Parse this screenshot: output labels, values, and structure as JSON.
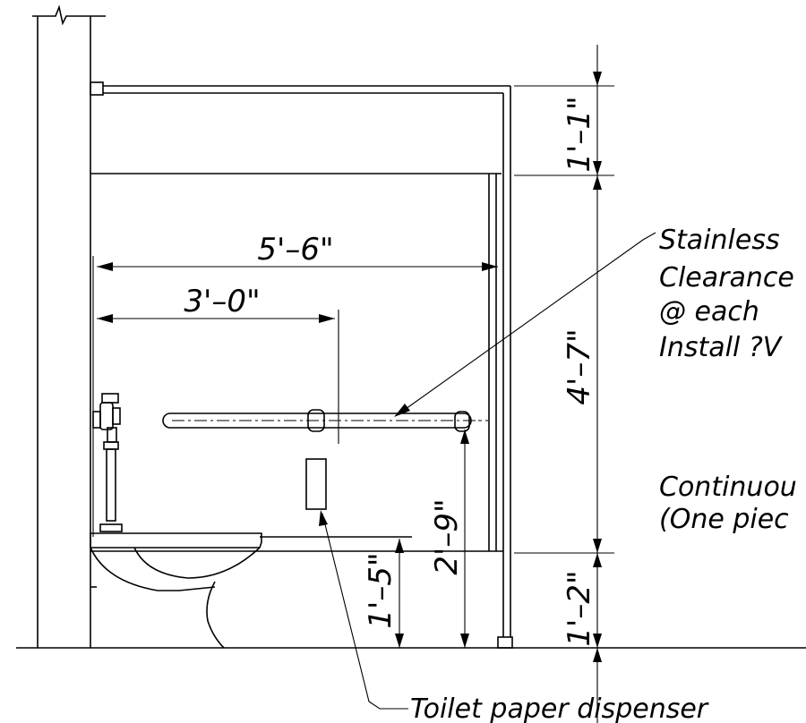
{
  "dimensions": {
    "overall_width": "5'–6\"",
    "bar_offset": "3'–0\"",
    "top_gap": "1'–1\"",
    "panel_height": "4'–7\"",
    "bottom_gap": "1'–2\"",
    "bar_height": "2'–9\"",
    "seat_height": "1'–5\""
  },
  "notes": {
    "grab_bar_line1": "Stainless",
    "grab_bar_line2": "Clearance",
    "grab_bar_line3": "@ each",
    "grab_bar_line4": "Install ?V",
    "continuous_line1": "Continuou",
    "continuous_line2": "(One piec",
    "dispenser": "Toilet paper dispenser"
  }
}
